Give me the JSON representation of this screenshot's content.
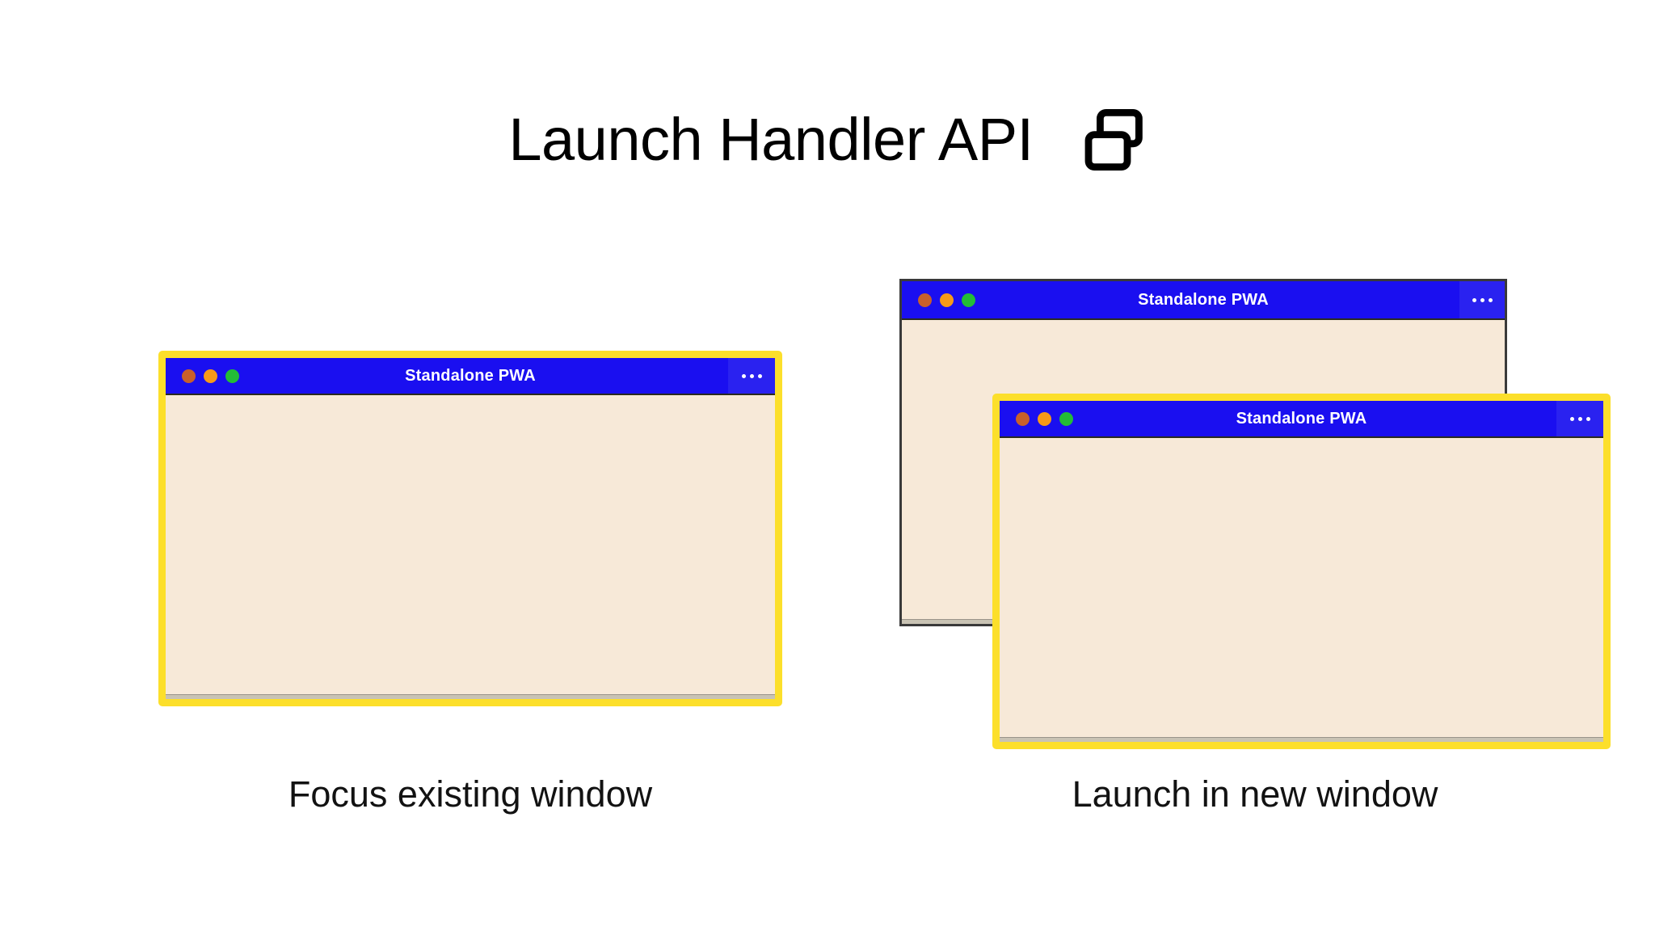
{
  "header": {
    "title": "Launch Handler API",
    "icon": "multi-window-icon"
  },
  "colors": {
    "background": "#ffffff",
    "titlebar_blue": "#1a0ff0",
    "menu_blue": "#2a22f0",
    "window_body": "#f7e9d8",
    "highlight_border_yellow": "#fcdf2b",
    "inactive_border_gray": "#3a3a3a",
    "dot_close": "#c8602b",
    "dot_minimize": "#f79a18",
    "dot_maximize": "#23bd36",
    "text_dark": "#121212",
    "titlebar_text": "#ffffff"
  },
  "panels": [
    {
      "id": "focus-existing",
      "caption": "Focus existing window",
      "windows": [
        {
          "id": "win-focus",
          "title": "Standalone PWA",
          "menu_label": "•••",
          "menu_icon": "overflow-menu-icon",
          "highlighted": true,
          "dots": [
            "close",
            "minimize",
            "maximize"
          ]
        }
      ]
    },
    {
      "id": "launch-new",
      "caption": "Launch in new window",
      "windows": [
        {
          "id": "win-new-back",
          "title": "Standalone PWA",
          "menu_label": "•••",
          "menu_icon": "overflow-menu-icon",
          "highlighted": false,
          "dots": [
            "close",
            "minimize",
            "maximize"
          ]
        },
        {
          "id": "win-new-front",
          "title": "Standalone PWA",
          "menu_label": "•••",
          "menu_icon": "overflow-menu-icon",
          "highlighted": true,
          "dots": [
            "close",
            "minimize",
            "maximize"
          ]
        }
      ]
    }
  ]
}
